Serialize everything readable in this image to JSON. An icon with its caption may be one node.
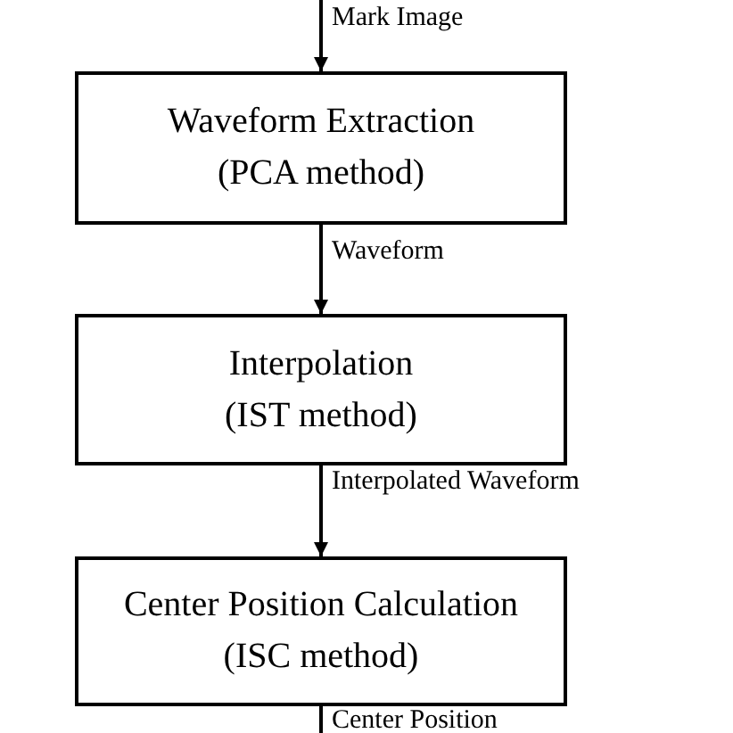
{
  "diagram": {
    "nodes": [
      {
        "text": [
          "Waveform Extraction",
          "(PCA method)"
        ]
      },
      {
        "text": [
          "Interpolation",
          "(IST method)"
        ]
      },
      {
        "text": [
          "Center Position Calculation",
          "(ISC method)"
        ]
      }
    ],
    "edges": [
      {
        "from": null,
        "to": 0,
        "arrow": "to",
        "label": "Mark Image"
      },
      {
        "from": 0,
        "to": 1,
        "arrow": "to",
        "label": "Waveform"
      },
      {
        "from": 1,
        "to": 2,
        "arrow": "to",
        "label": "Interpolated Waveform"
      },
      {
        "from": 2,
        "to": null,
        "arrow": "none",
        "label": "Center Position"
      }
    ]
  }
}
